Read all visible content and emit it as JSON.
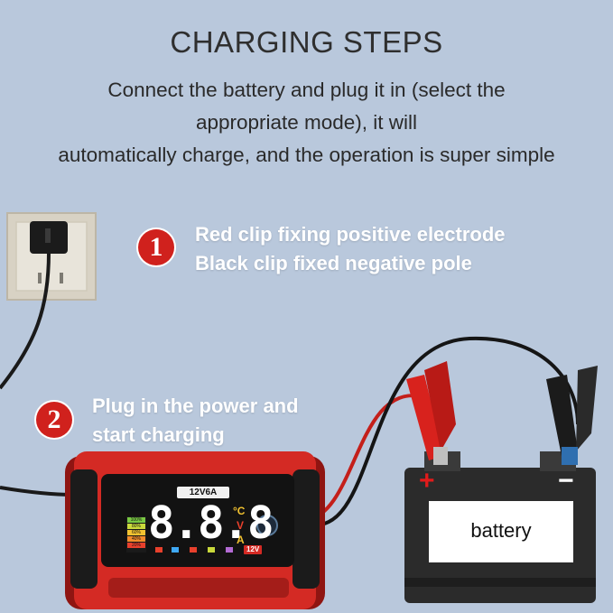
{
  "title": "CHARGING STEPS",
  "description": {
    "line1": "Connect the battery and plug it in (select the",
    "line2": "appropriate mode), it will",
    "line3": "automatically charge, and the operation is super simple"
  },
  "steps": [
    {
      "number": "1",
      "line1": "Red clip fixing positive electrode",
      "line2": "Black clip fixed negative pole"
    },
    {
      "number": "2",
      "line1": "Plug in the power and",
      "line2": "start charging"
    }
  ],
  "charger": {
    "model": "12V6A",
    "digits": "8.8.8",
    "unit_celsius": "°C",
    "unit_volt": "V",
    "unit_amp": "A",
    "voltage_badge": "12V",
    "levels": [
      "100%",
      "80%",
      "60%",
      "40%",
      "20%"
    ]
  },
  "battery": {
    "label": "battery",
    "positive": "+",
    "negative": "−"
  },
  "colors": {
    "background": "#b9c8dc",
    "accent_red": "#d0211d",
    "charger_red": "#d42a24"
  }
}
